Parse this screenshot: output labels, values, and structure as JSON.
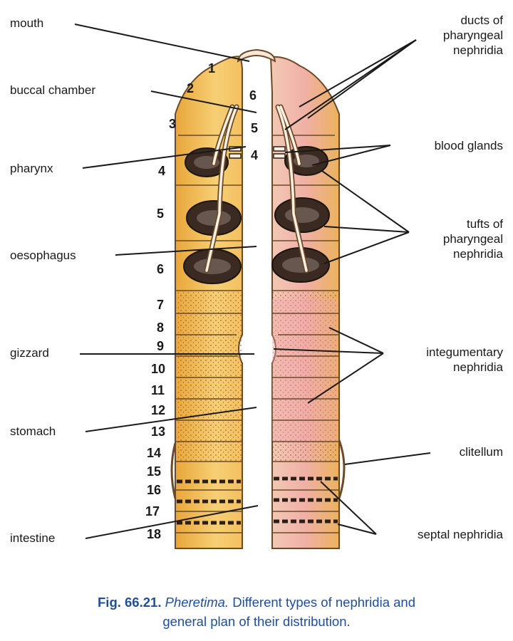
{
  "labels_left": {
    "mouth": "mouth",
    "buccal_chamber": "buccal chamber",
    "pharynx": "pharynx",
    "oesophagus": "oesophagus",
    "gizzard": "gizzard",
    "stomach": "stomach",
    "intestine": "intestine"
  },
  "labels_right": {
    "ducts": [
      "ducts of",
      "pharyngeal",
      "nephridia"
    ],
    "blood_glands": "blood glands",
    "tufts": [
      "tufts of",
      "pharyngeal",
      "nephridia"
    ],
    "integumentary": [
      "integumentary",
      "nephridia"
    ],
    "clitellum": "clitellum",
    "septal": "septal nephridia"
  },
  "segment_numbers": [
    "1",
    "2",
    "3",
    "4",
    "5",
    "6",
    "7",
    "8",
    "9",
    "10",
    "11",
    "12",
    "13",
    "14",
    "15",
    "16",
    "17",
    "18"
  ],
  "inner_numbers": [
    "6",
    "5",
    "4"
  ],
  "caption": {
    "fig": "Fig. 66.21.",
    "genus": "Pheretima.",
    "line1": "Different types of nephridia and",
    "line2": "general plan of their distribution."
  },
  "colors": {
    "body_orange": "#f2b84e",
    "body_pale": "#f8d98a",
    "pink": "#f3b3b0",
    "tuft_dark": "#3a2a22",
    "caption_blue": "#1f4e9a"
  }
}
